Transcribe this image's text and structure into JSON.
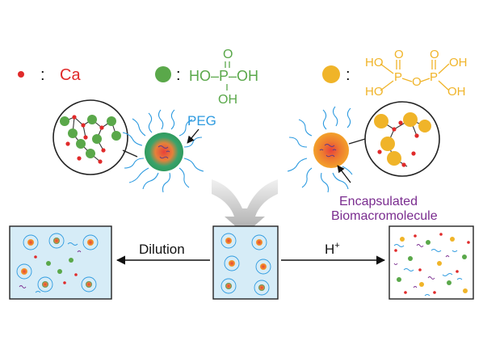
{
  "legend": {
    "ca_colon": ":",
    "ca_label": "Ca",
    "phosphate_colon": ":",
    "phosphate_top_o": "O",
    "phosphate_double_bond": "||",
    "phosphate_main": "HO–P–OH",
    "phosphate_bottom_oh": "OH",
    "pyro_colon": ":",
    "pyro_o_left": "O",
    "pyro_o_right": "O",
    "pyro_ho_left": "HO",
    "pyro_p_left": "P",
    "pyro_o_bridge": "O",
    "pyro_p_right": "P",
    "pyro_oh_right": "OH",
    "pyro_ho_bottom": "HO",
    "pyro_oh_bottom": "OH"
  },
  "labels": {
    "peg": "PEG",
    "encapsulated_line1": "Encapsulated",
    "encapsulated_line2": "Biomacromolecule",
    "dilution": "Dilution",
    "h_plus": "H",
    "h_plus_sup": "+"
  },
  "colors": {
    "calcium_red": "#e02a2a",
    "phosphate_green": "#5aa84a",
    "pyrophosphate_yellow": "#f0b429",
    "peg_blue": "#2e9be0",
    "label_purple": "#7a2c8f",
    "box_fill": "#d6ecf7",
    "arrow_grey": "#b8b8b8"
  }
}
